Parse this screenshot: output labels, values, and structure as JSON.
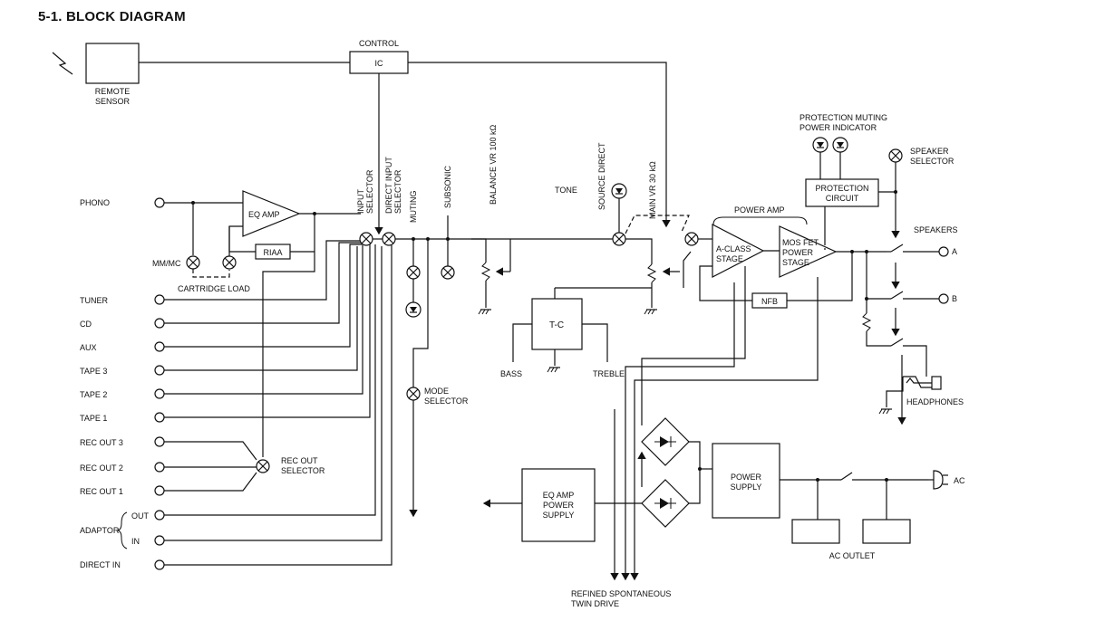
{
  "title": "5-1.  BLOCK DIAGRAM",
  "labels": {
    "control": "CONTROL",
    "ic": "IC",
    "remote_sensor_1": "REMOTE",
    "remote_sensor_2": "SENSOR",
    "phono": "PHONO",
    "eq_amp": "EQ AMP",
    "riaa": "RIAA",
    "mm_mc": "MM/MC",
    "cartridge_load": "CARTRIDGE LOAD",
    "tuner": "TUNER",
    "cd": "CD",
    "aux": "AUX",
    "tape3": "TAPE 3",
    "tape2": "TAPE 2",
    "tape1": "TAPE 1",
    "rec_out3": "REC OUT 3",
    "rec_out2": "REC OUT 2",
    "rec_out1": "REC OUT 1",
    "adaptor": "ADAPTOR",
    "out": "OUT",
    "in": "IN",
    "direct_in": "DIRECT IN",
    "rec_out_selector_1": "REC OUT",
    "rec_out_selector_2": "SELECTOR",
    "input_selector_1": "INPUT",
    "input_selector_2": "SELECTOR",
    "direct_input_selector_1": "DIRECT INPUT",
    "direct_input_selector_2": "SELECTOR",
    "muting": "MUTING",
    "subsonic": "SUBSONIC",
    "balance_vr": "BALANCE VR 100 kΩ",
    "tone": "TONE",
    "source_direct": "SOURCE DIRECT",
    "main_vr": "MAIN VR 30 kΩ",
    "tc": "T-C",
    "bass": "BASS",
    "treble": "TREBLE",
    "mode_selector_1": "MODE",
    "mode_selector_2": "SELECTOR",
    "power_amp": "POWER AMP",
    "a_class_1": "A-CLASS",
    "a_class_2": "STAGE",
    "mos_1": "MOS FET",
    "mos_2": "POWER",
    "mos_3": "STAGE",
    "nfb": "NFB",
    "prot_muting_1": "PROTECTION MUTING",
    "prot_muting_2": "POWER INDICATOR",
    "prot_circuit_1": "PROTECTION",
    "prot_circuit_2": "CIRCUIT",
    "speaker_selector_1": "SPEAKER",
    "speaker_selector_2": "SELECTOR",
    "speakers": "SPEAKERS",
    "spk_a": "A",
    "spk_b": "B",
    "headphones": "HEADPHONES",
    "eq_ps_1": "EQ AMP",
    "eq_ps_2": "POWER",
    "eq_ps_3": "SUPPLY",
    "ps_1": "POWER",
    "ps_2": "SUPPLY",
    "ac_outlet": "AC OUTLET",
    "ac": "AC",
    "refined_1": "REFINED SPONTANEOUS",
    "refined_2": "TWIN DRIVE"
  }
}
